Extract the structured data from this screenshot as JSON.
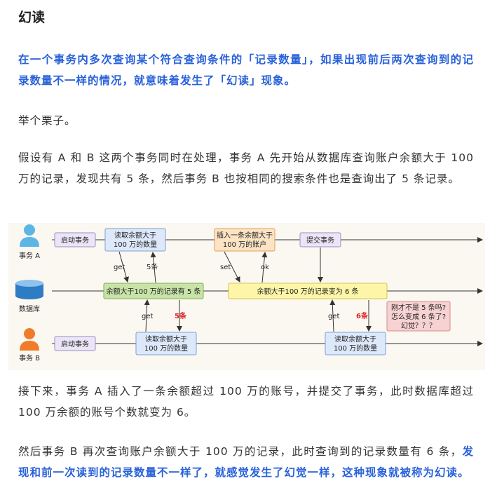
{
  "article": {
    "title": "幻读",
    "p1_highlight": "在一个事务内多次查询某个符合查询条件的「记录数量」，如果出现前后两次查询到的记录数量不一样的情况，就意味着发生了「幻读」现象。",
    "p2": "举个栗子。",
    "p3": "假设有 A 和 B 这两个事务同时在处理，事务 A 先开始从数据库查询账户余额大于 100 万的记录，发现共有 5 条，然后事务 B 也按相同的搜索条件也是查询出了 5 条记录。",
    "p4": "接下来，事务 A 插入了一条余额超过 100 万的账号，并提交了事务，此时数据库超过 100 万余额的账号个数就变为 6。",
    "p5_prefix": "然后事务 B 再次查询账户余额大于 100 万的记录，此时查询到的记录数量有 6 条，",
    "p5_highlight": "发现和前一次读到的记录数量不一样了，就感觉发生了幻觉一样，这种现象就被称为幻读。"
  },
  "diagram": {
    "actor_a": "事务 A",
    "actor_db": "数据库",
    "actor_b": "事务 B",
    "a_start": "启动事务",
    "a_read_1": "读取余额大于",
    "a_read_2": "100 万的数量",
    "a_insert_1": "插入一条余额大于",
    "a_insert_2": "100 万的账户",
    "a_commit": "提交事务",
    "db_state_1": "余额大于100 万的记录有 5 条",
    "db_state_2": "余额大于100 万的记录变为 6 条",
    "note_1": "刚才不是 5 条吗?",
    "note_2": "怎么变成 6 条了?",
    "note_3": "幻觉？？？",
    "b_start": "启动事务",
    "b_read1_1": "读取余额大于",
    "b_read1_2": "100 万的数量",
    "b_read2_1": "读取余额大于",
    "b_read2_2": "100 万的数量",
    "lbl_get_a": "get",
    "lbl_5_a": "5条",
    "lbl_set": "set",
    "lbl_ok": "ok",
    "lbl_get_b1": "get",
    "lbl_5_b": "5条",
    "lbl_get_b2": "get",
    "lbl_6_b": "6条"
  },
  "colors": {
    "highlight": "#2962d9",
    "diagram_bg": "#fbf7f1",
    "purple_box": "#ebe6f7",
    "blue_box": "#dde9fb",
    "green_box": "#c8e3a8",
    "yellow_box": "#fdf6a8",
    "orange_box": "#fbe3c4",
    "note_box": "#f6d2d2",
    "actor_a": "#5bb6e6",
    "actor_b": "#f07c2a",
    "red_label": "#e02020"
  }
}
